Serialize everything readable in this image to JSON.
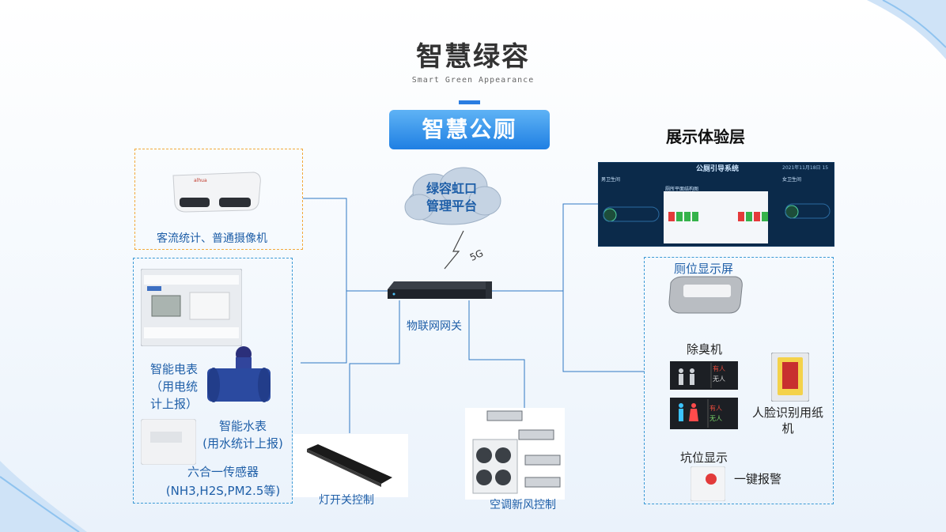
{
  "header": {
    "title": "智慧绿容",
    "subtitle": "Smart Green Appearance",
    "main_button": "智慧公厕"
  },
  "platform": {
    "cloud_line1": "绿容虹口",
    "cloud_line2": "管理平台",
    "network_label": "5G",
    "gateway_label": "物联网网关"
  },
  "left_devices": {
    "camera_label": "客流统计、普通摄像机",
    "meter": {
      "line1": "智能电表",
      "line2": "（用电统",
      "line3": "计上报）"
    },
    "water": {
      "line1": "智能水表",
      "line2": "(用水统计上报)"
    },
    "sensor": {
      "line1": "六合一传感器",
      "line2": "(NH3,H2S,PM2.5等)"
    }
  },
  "bottom_devices": {
    "light_label": "灯开关控制",
    "ac_label": "空调新风控制"
  },
  "right_layer": {
    "title": "展示体验层",
    "screen_title": "公厕引导系统",
    "screen_date": "2021年11月18日 15",
    "screen_left_tab": "男卫生间",
    "screen_right_tab": "女卫生间",
    "screen_center_label": "厕所平面结构图",
    "display_label": "厕位显示屏",
    "deodorizer_label": "除臭机",
    "tissue_label": {
      "line1": "人脸识别用纸",
      "line2": "机"
    },
    "pit_label": "坑位显示",
    "alarm_label": "一键报警",
    "sign_occupied": "有人",
    "sign_vacant": "无人"
  },
  "colors": {
    "accent": "#2a7de1",
    "label_blue": "#1f5fa8",
    "line_blue": "#2f78c4",
    "dash_orange": "#f2a93b",
    "dash_blue": "#3b9ad6"
  }
}
